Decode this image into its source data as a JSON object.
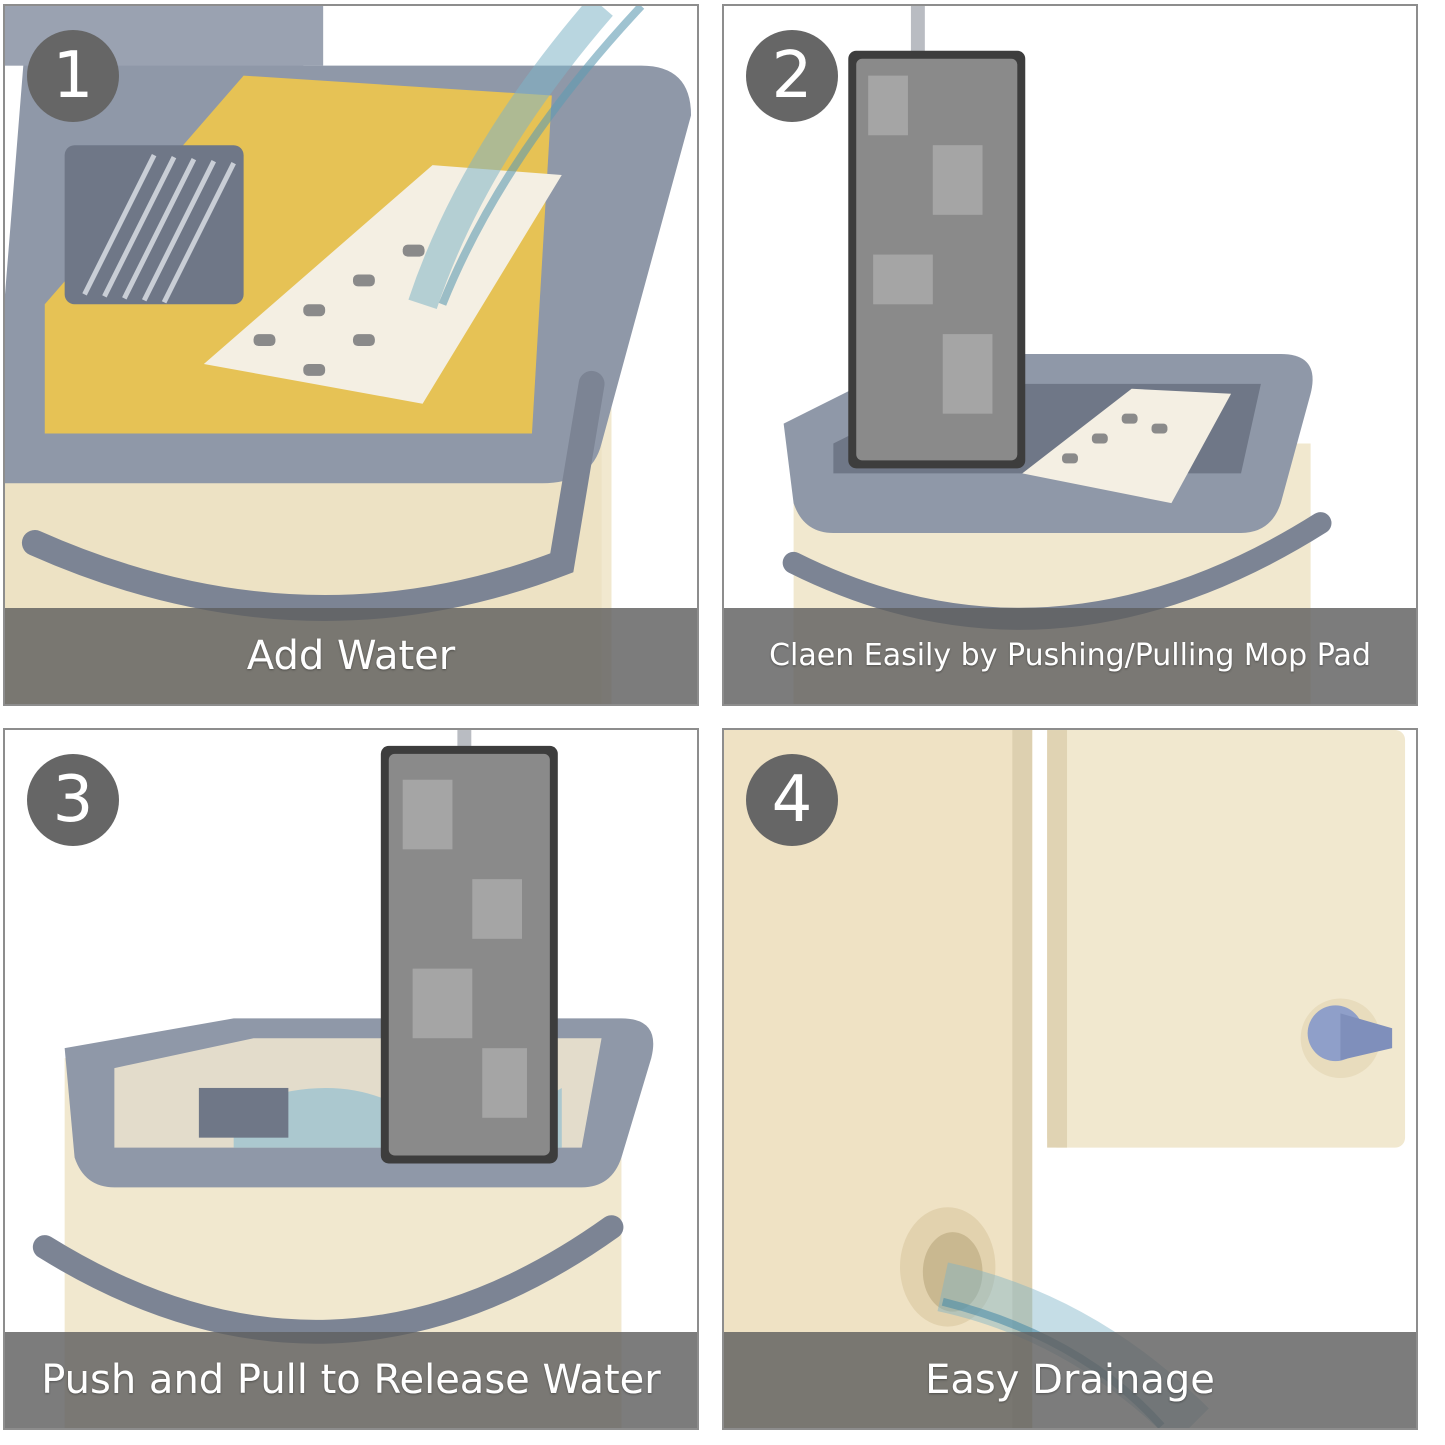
{
  "steps": [
    {
      "number": "1",
      "caption": "Add Water"
    },
    {
      "number": "2",
      "caption": "Claen Easily by Pushing/Pulling Mop Pad"
    },
    {
      "number": "3",
      "caption": "Push and Pull to Release Water"
    },
    {
      "number": "4",
      "caption": "Easy Drainage"
    }
  ],
  "colors": {
    "badge": "#666666",
    "caption_bar": "#5f5f5f",
    "bucket_cream": "#f1e8cf",
    "lid_gray": "#8f98a8",
    "insert_yellow": "#efc757",
    "mop_pad": "#8a8a8a",
    "water": "#7fb4c7"
  },
  "icons": [
    "bucket-illustration",
    "mop-pad-illustration",
    "water-stream-illustration",
    "drain-cap-illustration"
  ]
}
